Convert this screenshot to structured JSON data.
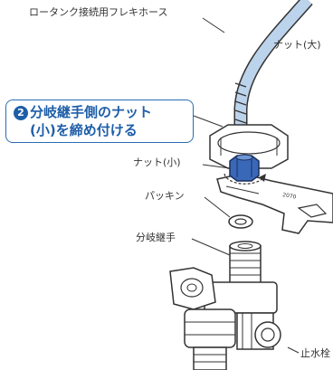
{
  "labels": {
    "hose": "ロータンク接続用フレキホース",
    "nut_large": "ナット(大)",
    "nut_small": "ナット(小)",
    "packing": "パッキン",
    "branch_joint": "分岐継手",
    "stop_valve": "止水栓"
  },
  "callout": {
    "step_number": "2",
    "line1": "分岐継手側のナット",
    "line2": "(小)を締め付ける"
  },
  "wrench_marking": "2070",
  "colors": {
    "accent": "#1e5ea8",
    "hose_fill": "#bcd3ec",
    "outline": "#333333"
  }
}
